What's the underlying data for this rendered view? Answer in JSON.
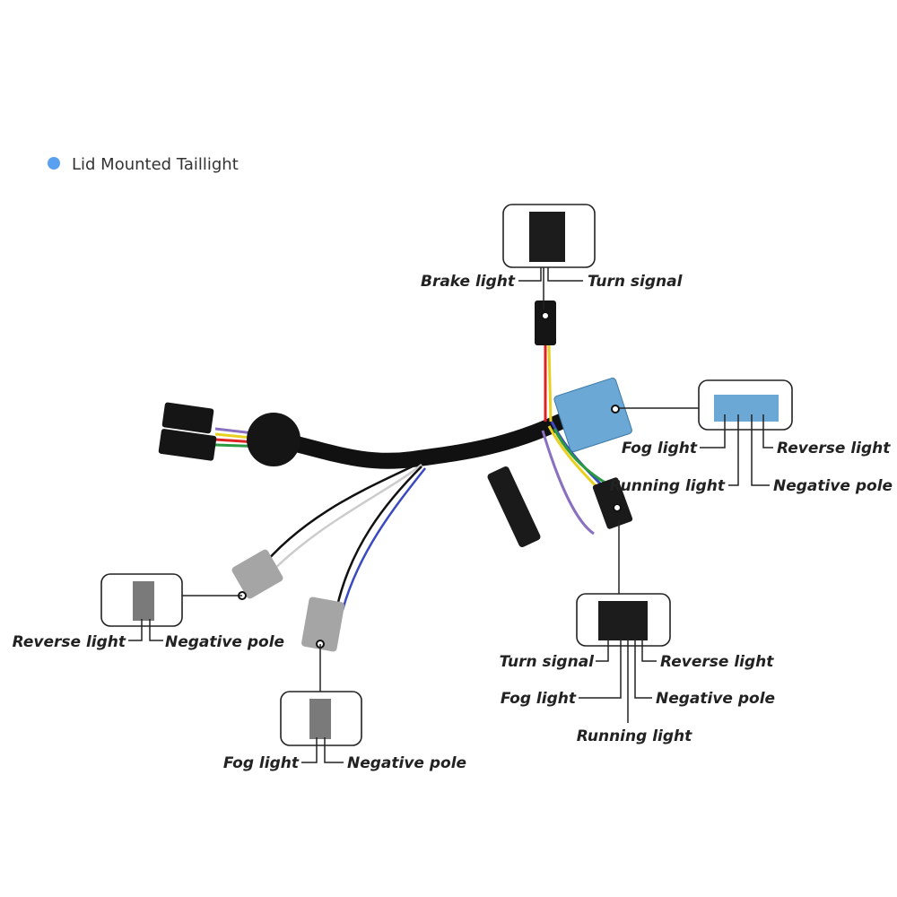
{
  "legend": {
    "title": "Lid Mounted Taillight",
    "dot_color": "#5AA0F0"
  },
  "connectors": {
    "top": {
      "labels": [
        "Brake light",
        "Turn signal"
      ]
    },
    "blue": {
      "labels": [
        "Fog light",
        "Reverse light",
        "Running light",
        "Negative pole"
      ],
      "color": "#6BA8D6"
    },
    "bottom_right": {
      "labels": [
        "Turn signal",
        "Reverse light",
        "Fog light",
        "Negative pole",
        "Running light"
      ]
    },
    "left_gray": {
      "labels": [
        "Reverse light",
        "Negative pole"
      ]
    },
    "bottom_gray": {
      "labels": [
        "Fog light",
        "Negative pole"
      ]
    }
  }
}
